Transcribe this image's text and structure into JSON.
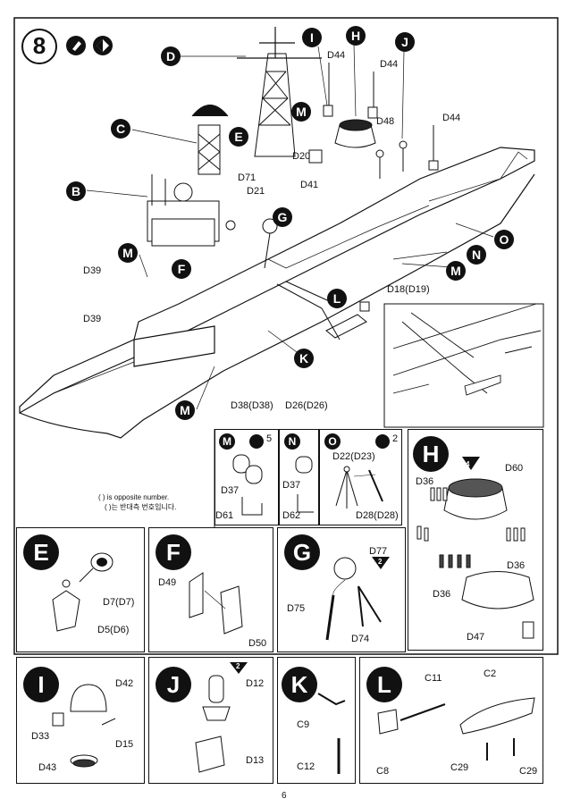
{
  "step": {
    "number": "8",
    "icons": [
      "glue-icon",
      "paint-icon"
    ]
  },
  "main": {
    "callouts": [
      "D",
      "I",
      "H",
      "J",
      "C",
      "E",
      "M",
      "B",
      "G",
      "M",
      "F",
      "O",
      "N",
      "M",
      "L",
      "K",
      "M"
    ],
    "labels": {
      "d44a": "D44",
      "d44b": "D44",
      "d44c": "D44",
      "d48": "D48",
      "d20": "D20",
      "d71": "D71",
      "d21": "D21",
      "d41": "D41",
      "d39a": "D39",
      "d39b": "D39",
      "d18": "D18(D19)",
      "d38": "D38(D38)",
      "d26": "D26(D26)"
    }
  },
  "sub_top": {
    "m": {
      "letter": "M",
      "qty": "5",
      "part_a": "D37",
      "part_b": "D61"
    },
    "n": {
      "letter": "N",
      "part_a": "D37",
      "part_b": "D62"
    },
    "o": {
      "letter": "O",
      "qty": "2",
      "part_a": "D22(D23)",
      "part_b": "D28(D28)"
    }
  },
  "note": {
    "line1": "( ) is opposite number.",
    "line2": "( )는 반대측 번호입니다."
  },
  "panels": {
    "h": {
      "letter": "H",
      "badge": "4",
      "labels": [
        "D60",
        "D36",
        "D36",
        "D36",
        "D47"
      ]
    },
    "e": {
      "letter": "E",
      "labels": [
        "D7(D7)",
        "D5(D6)"
      ]
    },
    "f": {
      "letter": "F",
      "labels": [
        "D49",
        "D50"
      ]
    },
    "g": {
      "letter": "G",
      "badge": "2",
      "labels": [
        "D77",
        "D75",
        "D74"
      ]
    },
    "i": {
      "letter": "I",
      "labels": [
        "D42",
        "D33",
        "D15",
        "D43"
      ]
    },
    "j": {
      "letter": "J",
      "badge": "2",
      "labels": [
        "D12",
        "D13"
      ]
    },
    "k": {
      "letter": "K",
      "labels": [
        "C9",
        "C12"
      ]
    },
    "l": {
      "letter": "L",
      "labels": [
        "C11",
        "C2",
        "C8",
        "C29",
        "C29"
      ]
    }
  },
  "page_number": "6"
}
